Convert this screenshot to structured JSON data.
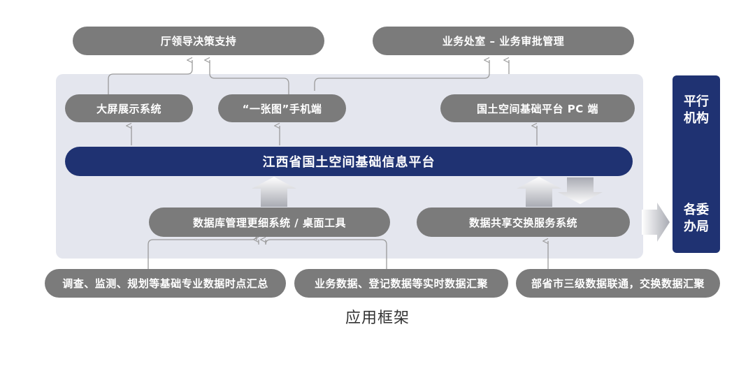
{
  "top": {
    "leadership": "厅领导决策支持",
    "business": "业务处室 – 业务审批管理"
  },
  "apps": {
    "big_screen": "大屏展示系统",
    "mobile": "“一张图”手机端",
    "pc": "国土空间基础平台 PC 端"
  },
  "platform": "江西省国土空间基础信息平台",
  "services": {
    "database": "数据库管理更细系统 / 桌面工具",
    "sharing": "数据共享交换服务系统"
  },
  "sources": {
    "survey": "调查、监测、规划等基础专业数据时点汇总",
    "business_data": "业务数据、登记数据等实时数据汇聚",
    "linkage": "部省市三级数据联通，交换数据汇聚"
  },
  "side": {
    "parallel": "平行\n机构",
    "offices": "各委\n办局"
  },
  "caption": "应用框架",
  "colors": {
    "navy": "#1f3272",
    "gray_pill": "#7b7b7b",
    "panel": "#e4e6ee",
    "line": "#9a9a9a"
  }
}
